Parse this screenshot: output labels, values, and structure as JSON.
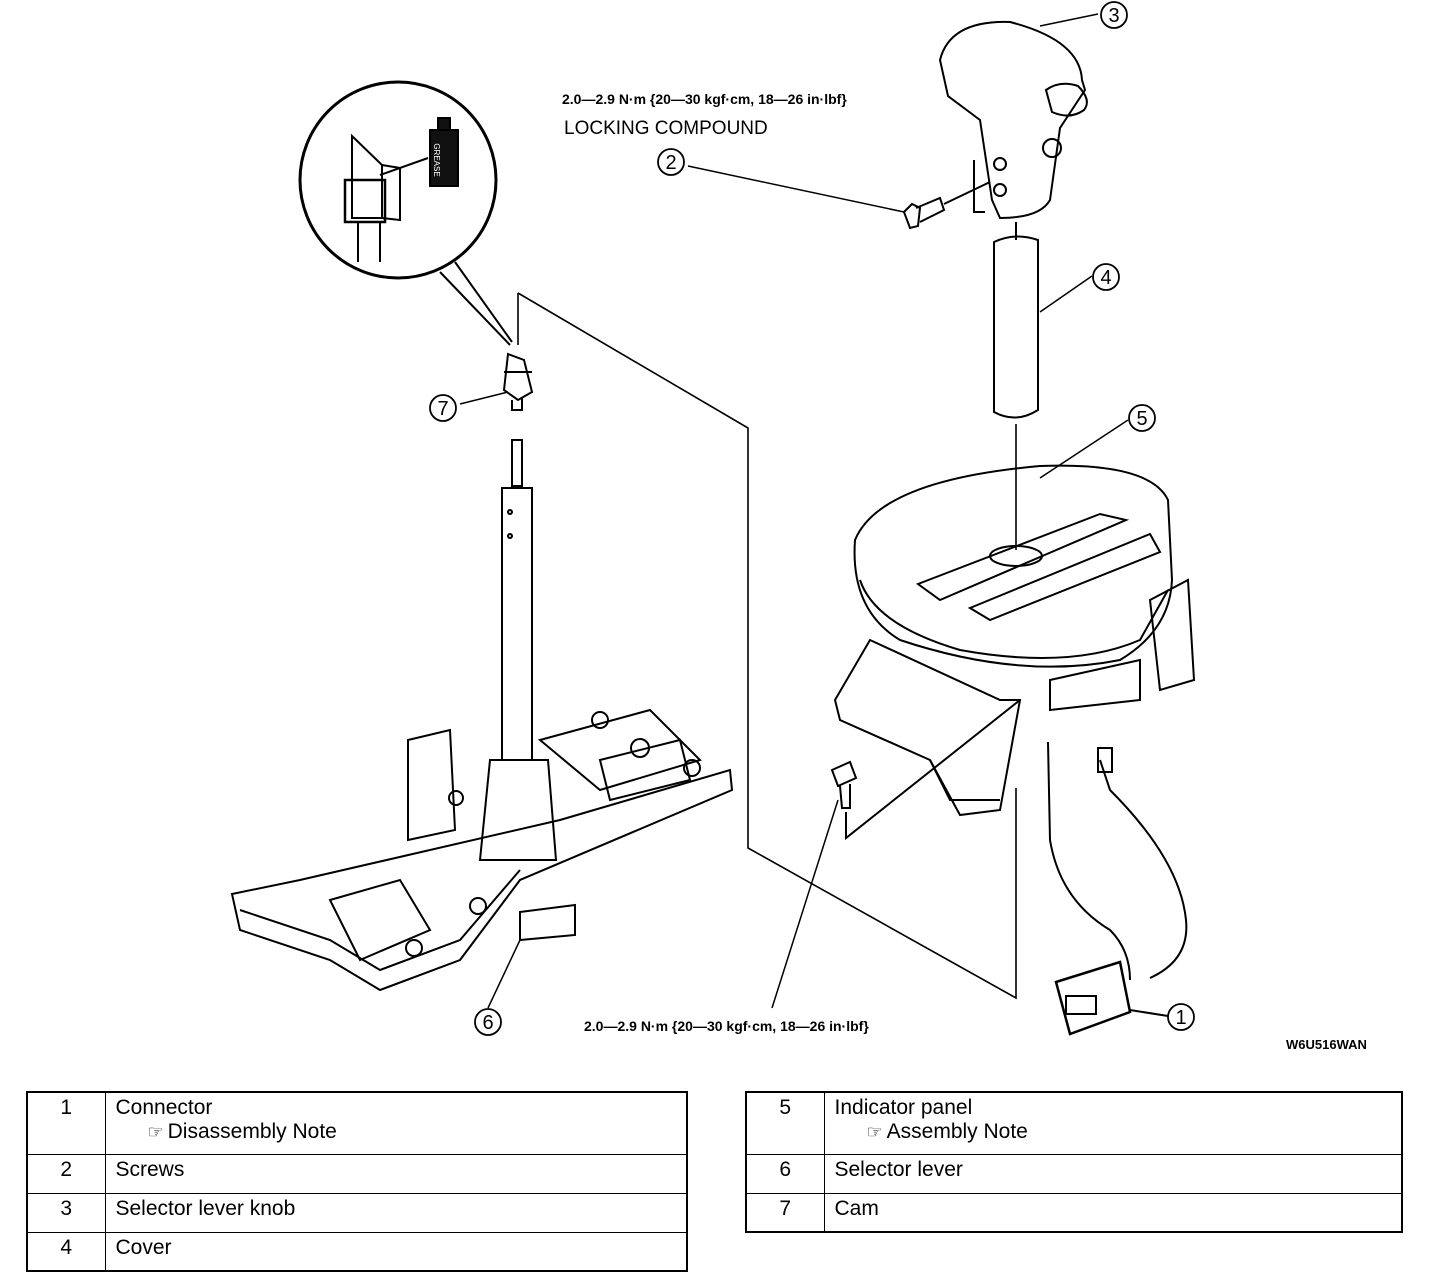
{
  "figure": {
    "code": "W6U516WAN",
    "torque_upper": "2.0—2.9 N·m {20—30 kgf·cm, 18—26 in·lbf}",
    "locking_compound": "LOCKING COMPOUND",
    "torque_lower": "2.0—2.9 N·m {20—30 kgf·cm, 18—26 in·lbf}",
    "callouts": [
      "1",
      "2",
      "3",
      "4",
      "5",
      "6",
      "7"
    ],
    "grease_can_text": "GREASE"
  },
  "legend_left": [
    {
      "num": "1",
      "name": "Connector",
      "note": "Disassembly Note"
    },
    {
      "num": "2",
      "name": "Screws"
    },
    {
      "num": "3",
      "name": "Selector lever knob"
    },
    {
      "num": "4",
      "name": "Cover"
    }
  ],
  "legend_right": [
    {
      "num": "5",
      "name": "Indicator panel",
      "note": "Assembly Note"
    },
    {
      "num": "6",
      "name": "Selector lever"
    },
    {
      "num": "7",
      "name": "Cam"
    }
  ],
  "icons": {
    "note": "hand-pointer-icon"
  }
}
